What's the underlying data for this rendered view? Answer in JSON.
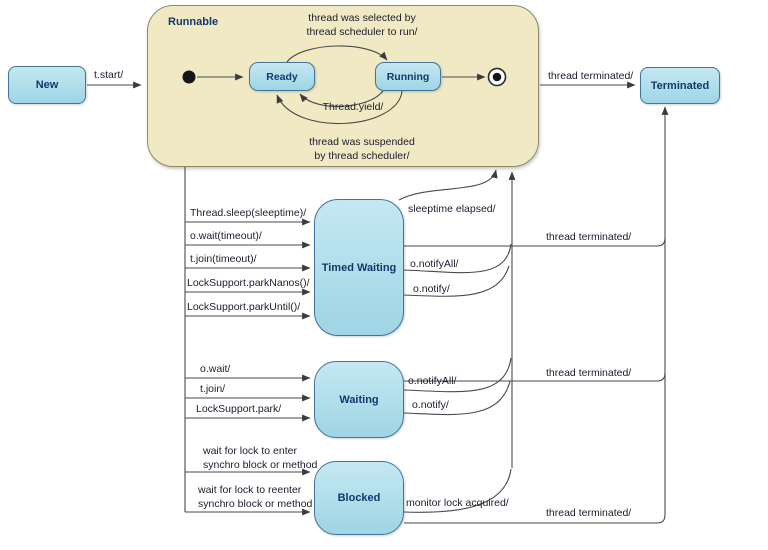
{
  "diagram": {
    "states": {
      "new": "New",
      "runnable": "Runnable",
      "ready": "Ready",
      "running": "Running",
      "terminated": "Terminated",
      "timed_waiting": "Timed Waiting",
      "waiting": "Waiting",
      "blocked": "Blocked"
    },
    "transitions": {
      "t_start": "t.start/",
      "selected_to_run": "thread was selected by\nthread scheduler to run/",
      "thread_yield": "Thread.yield/",
      "suspended": "thread was suspended\nby thread scheduler/",
      "thread_terminated_top": "thread terminated/",
      "thread_sleep": "Thread.sleep(sleeptime)/",
      "o_wait_timeout": "o.wait(timeout)/",
      "t_join_timeout": "t.join(timeout)/",
      "park_nanos": "LockSupport.parkNanos()/",
      "park_until": "LockSupport.parkUntil()/",
      "sleeptime_elapsed": "sleeptime elapsed/",
      "tw_notify_all": "o.notifyAll/",
      "tw_notify": "o.notify/",
      "thread_terminated_timed": "thread terminated/",
      "o_wait": "o.wait/",
      "t_join": "t.join/",
      "lock_park": "LockSupport.park/",
      "w_notify_all": "o.notifyAll/",
      "w_notify": "o.notify/",
      "thread_terminated_waiting": "thread terminated/",
      "wait_lock_enter": "wait for lock to enter\nsynchro block or method",
      "wait_lock_reenter": "wait for lock to reenter\nsynchro block or method",
      "monitor_lock": "monitor lock acquired/",
      "thread_terminated_blocked": "thread terminated/"
    },
    "colors": {
      "state_fill": "#a8dbe8",
      "state_border": "#40749a",
      "composite_fill": "#f0e9c3",
      "composite_border": "#8e8a6a",
      "connector_line": "#4a4a4a",
      "state_text": "#14386b",
      "label_text": "#1c1c2e"
    }
  }
}
